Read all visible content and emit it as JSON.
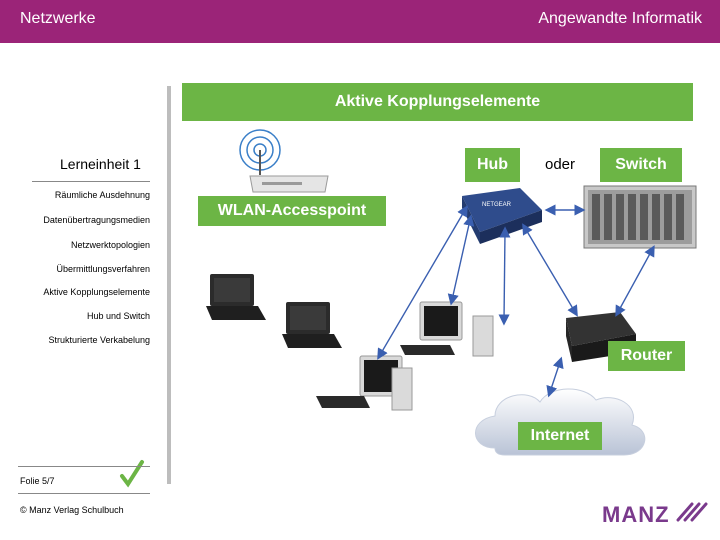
{
  "header": {
    "left_title": "Netzwerke",
    "right_title": "Angewandte Informatik"
  },
  "banner": {
    "title": "Aktive Kopplungselemente"
  },
  "nav": {
    "title": "Lerneinheit 1",
    "items": [
      "Räumliche Ausdehnung",
      "Datenübertragungsmedien",
      "Netzwerktopologien",
      "Übermittlungsverfahren",
      "Aktive Kopplungselemente",
      "Hub und Switch",
      "Strukturierte Verkabelung"
    ]
  },
  "diagram": {
    "hub_label": "Hub",
    "oder_label": "oder",
    "switch_label": "Switch",
    "wlan_label": "WLAN-Accesspoint",
    "router_label": "Router",
    "internet_label": "Internet"
  },
  "footer": {
    "slide": "Folie 5/7",
    "copyright": "© Manz Verlag Schulbuch",
    "logo": "MANZ",
    "check_icon": "checkmark-icon"
  },
  "colors": {
    "header_bg": "#9b2478",
    "accent_green": "#6cb545",
    "arrow_blue": "#3a5fb0",
    "logo_purple": "#7a3a8c"
  }
}
